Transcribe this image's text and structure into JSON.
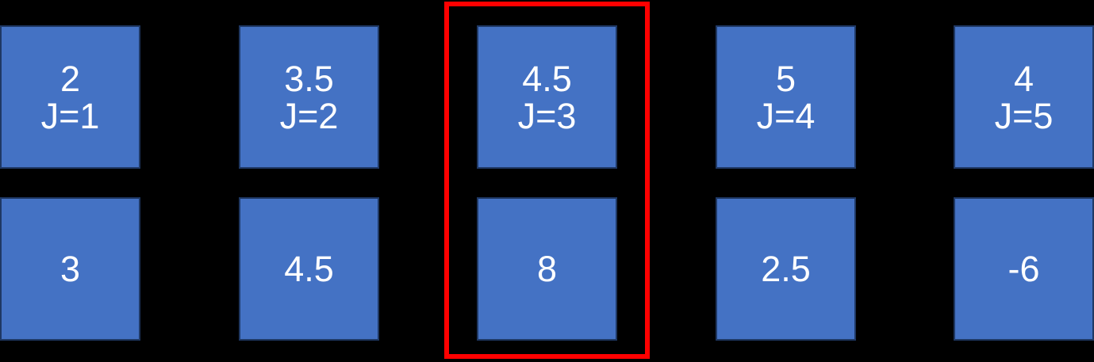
{
  "diagram": {
    "description_labels": {
      "row_count": 2,
      "column_count": 5
    },
    "columns": [
      {
        "top_value": "2",
        "top_label": "J=1",
        "bottom_value": "3",
        "highlighted": false
      },
      {
        "top_value": "3.5",
        "top_label": "J=2",
        "bottom_value": "4.5",
        "highlighted": false
      },
      {
        "top_value": "4.5",
        "top_label": "J=3",
        "bottom_value": "8",
        "highlighted": true
      },
      {
        "top_value": "5",
        "top_label": "J=4",
        "bottom_value": "2.5",
        "highlighted": false
      },
      {
        "top_value": "4",
        "top_label": "J=5",
        "bottom_value": "-6",
        "highlighted": false
      }
    ],
    "highlight": {
      "column_label": "J=3",
      "color": "#ff0000"
    },
    "colors": {
      "bg": "#000000",
      "box-fill": "#4472c4",
      "box-border": "#1f3864",
      "highlight": "#ff0000",
      "text": "#ffffff"
    }
  }
}
